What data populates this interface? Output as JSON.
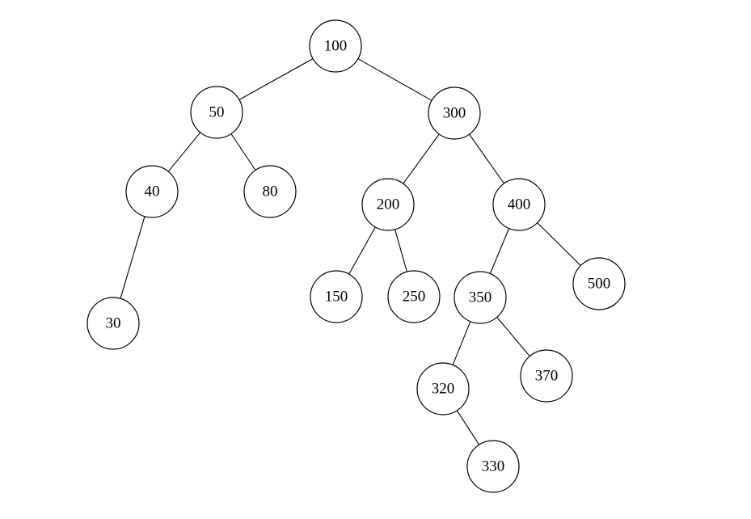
{
  "tree": {
    "nodes": [
      {
        "id": "n100",
        "label": "100"
      },
      {
        "id": "n50",
        "label": "50"
      },
      {
        "id": "n300",
        "label": "300"
      },
      {
        "id": "n40",
        "label": "40"
      },
      {
        "id": "n80",
        "label": "80"
      },
      {
        "id": "n200",
        "label": "200"
      },
      {
        "id": "n400",
        "label": "400"
      },
      {
        "id": "n30",
        "label": "30"
      },
      {
        "id": "n150",
        "label": "150"
      },
      {
        "id": "n250",
        "label": "250"
      },
      {
        "id": "n350",
        "label": "350"
      },
      {
        "id": "n500",
        "label": "500"
      },
      {
        "id": "n320",
        "label": "320"
      },
      {
        "id": "n370",
        "label": "370"
      },
      {
        "id": "n330",
        "label": "330"
      }
    ],
    "edges": [
      {
        "from": "n100",
        "to": "n50"
      },
      {
        "from": "n100",
        "to": "n300"
      },
      {
        "from": "n50",
        "to": "n40"
      },
      {
        "from": "n50",
        "to": "n80"
      },
      {
        "from": "n40",
        "to": "n30"
      },
      {
        "from": "n300",
        "to": "n200"
      },
      {
        "from": "n300",
        "to": "n400"
      },
      {
        "from": "n200",
        "to": "n150"
      },
      {
        "from": "n200",
        "to": "n250"
      },
      {
        "from": "n400",
        "to": "n350"
      },
      {
        "from": "n400",
        "to": "n500"
      },
      {
        "from": "n350",
        "to": "n320"
      },
      {
        "from": "n350",
        "to": "n370"
      },
      {
        "from": "n320",
        "to": "n330"
      }
    ],
    "colors": {
      "stroke": "#000000",
      "fill": "#ffffff",
      "text": "#000000"
    }
  }
}
